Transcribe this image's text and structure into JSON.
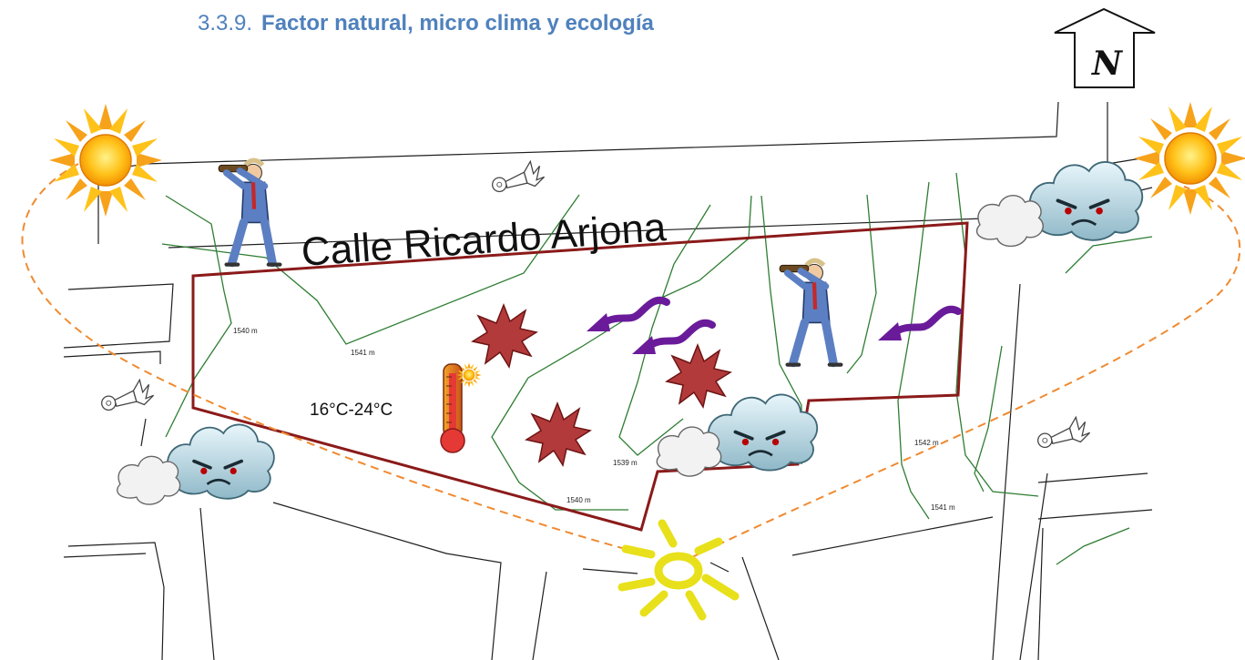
{
  "heading": {
    "number": "3.3.9.",
    "title": "Factor natural, micro clima y ecología"
  },
  "north_arrow": {
    "letter": "N"
  },
  "street": {
    "name": "Calle Ricardo Arjona"
  },
  "temperature": {
    "range": "16°C-24°C"
  },
  "contour_labels": {
    "west": "1540 m",
    "center_north": "1541 m",
    "center_south": "1539 m",
    "south": "1540 m",
    "east": "1542 m",
    "southeast": "1541 m"
  },
  "colors": {
    "heading": "#4f81bd",
    "site_boundary": "#8b1a1a",
    "contours": "#2e7d32",
    "sun_path": "#f08a30",
    "wind_arrows": "#6a1b9a",
    "noise_bursts": "#b23a3a"
  },
  "icons": [
    "north-arrow-icon",
    "sun-icon",
    "wind-cloud-icon",
    "observer-icon",
    "noise-horn-icon",
    "thermometer-icon",
    "noise-burst-icon",
    "wind-arrow-icon"
  ]
}
